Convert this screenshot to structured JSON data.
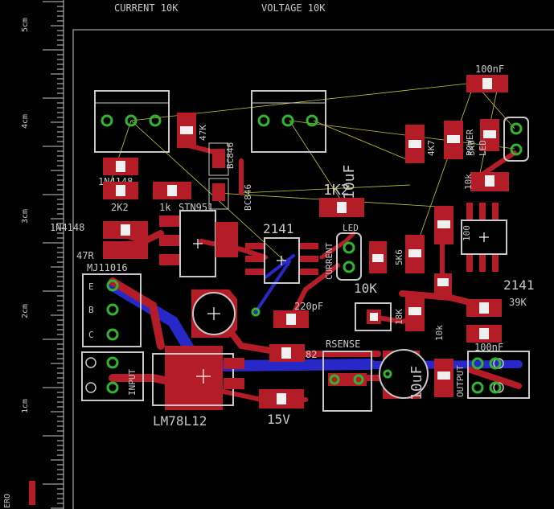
{
  "header": {
    "current_label": "CURRENT 10K",
    "voltage_label": "VOLTAGE 10K"
  },
  "ruler": {
    "marks": [
      "5cm",
      "4cm",
      "3cm",
      "2cm",
      "1cm"
    ],
    "zero_label": "ERO"
  },
  "labels": {
    "c100nf_top": "100nF",
    "r47k": "47K",
    "q_bc846_a": "BC846",
    "q_bc846_b": "BC846",
    "d_1n4148_a": "1N4148",
    "d_1n4148_b": "1N4148",
    "r2k2": "2K2",
    "r1k": "1k",
    "stn951": "STN951",
    "r47r": "47R",
    "mj11016": "MJ11016",
    "pin_e": "E",
    "pin_b": "B",
    "pin_c": "C",
    "ic2141_a": "2141",
    "ic2141_b": "2141",
    "current_v": "CURRENT",
    "led": "LED",
    "r10k_mid": "10K",
    "r1k2": "1K2",
    "c10uf_top": "10uF",
    "r5k6": "5K6",
    "r4k7": "4K7",
    "r3k3": "3K3",
    "power": "POWER",
    "led2": "LED",
    "r10k_right": "10k",
    "r100": "100",
    "r39k": "39K",
    "c220pf": "220pF",
    "r18k": "18K",
    "r10k_low": "10k",
    "c100nf_low": "100nF",
    "rsense": "RSENSE",
    "r82": "82",
    "c10uf_low": "10uF",
    "input": "INPUT",
    "output": "OUTPUT",
    "lm78l12": "LM78L12",
    "v15": "15V"
  },
  "colors": {
    "background": "#000000",
    "top_copper": "#b41c28",
    "bottom_copper": "#2828c8",
    "silkscreen": "#c8c8c8",
    "airwire": "#c8c832",
    "pad_ring": "#32b432"
  }
}
